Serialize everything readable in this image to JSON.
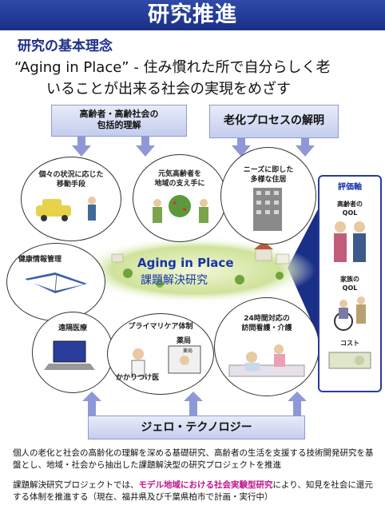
{
  "title": "研究推進",
  "section_heading": "研究の基本理念",
  "concept_line1": "“Aging in Place” - 住み慣れた所で自分らしく老",
  "concept_line2": "いることが出来る社会の実現をめざす",
  "top_boxes": {
    "elderly_line1": "高齢者・高齢社会の",
    "elderly_line2": "包括的理解",
    "aging_process": "老化プロセスの解明"
  },
  "bubbles": {
    "mobility_line1": "個々の状況に応じた",
    "mobility_line2": "移動手段",
    "supporters_line1": "元気高齢者を",
    "supporters_line2": "地域の支え手に",
    "housing_line1": "ニーズに即した",
    "housing_line2": "多様な住居",
    "health_info": "健康情報管理",
    "telemedicine": "遠隔医療",
    "primary_care": "プライマリケア体制",
    "pharmacy": "薬局",
    "pharmacy_sign": "薬局",
    "family_doctor": "かかりつけ医",
    "nursing_line1": "24時間対応の",
    "nursing_line2": "訪問看護・介護"
  },
  "center": {
    "title": "Aging in Place",
    "subtitle": "課題解決研究"
  },
  "evaluation": {
    "heading": "評価軸",
    "elderly_qol_line1": "高齢者の",
    "elderly_qol_line2": "QOL",
    "family_qol_line1": "家族の",
    "family_qol_line2": "QOL",
    "cost": "コスト"
  },
  "gero_box": "ジェロ・テクノロジー",
  "paragraph1": "個人の老化と社会の高齢化の理解を深める基礎研究、高齢者の生活を支援する技術開発研究を基盤とし、地域・社会から抽出した課題解決型の研究プロジェクトを推進",
  "paragraph2_pre": "課題解決研究プロジェクトでは、",
  "paragraph2_highlight": "モデル地域における社会実験型研究",
  "paragraph2_post": "により、知見を社会に還元する体制を推進する（現在、福井県及び千葉県柏市で計画・実行中）",
  "colors": {
    "title_bg": "#1f3590",
    "accent_blue": "#1734a8",
    "arrow": "#8e98d8",
    "highlight": "#c0148a"
  }
}
